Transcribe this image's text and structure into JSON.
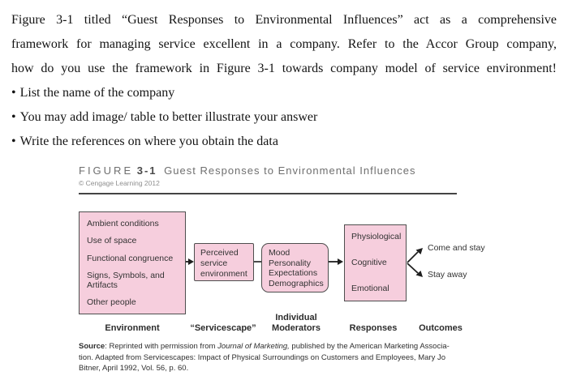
{
  "colors": {
    "box-fill": "#f6cedd",
    "box-border": "#4e4e4e",
    "diagram-text": "#333333",
    "title-gray": "#6f6f6f",
    "title-number": "#4a4a4a",
    "copyright-gray": "#8f8f8f",
    "rule": "#444444",
    "body-text": "#141414",
    "source-text": "#2f2f2f",
    "connector": "#1f1f1f"
  },
  "question": {
    "lines": [
      "Figure 3-1 titled “Guest Responses to Environmental Influences” act as a comprehensive",
      "framework for managing service excellent in a company. Refer to the Accor Group company,",
      "how do you use the framework in Figure 3-1 towards company model of service environment!"
    ],
    "bullet_char": "•",
    "bullets": [
      "List the name of the company",
      "You may add image/ table to better illustrate your answer",
      "Write the references on where you obtain the data"
    ]
  },
  "figure": {
    "label": "FIGURE",
    "number": "3-1",
    "title": "Guest Responses to Environmental Influences",
    "copyright": "© Cengage Learning 2012",
    "diagram": {
      "environment_items": [
        "Ambient conditions",
        "Use of space",
        "Functional congruence",
        "Signs, Symbols, and Artifacts",
        "Other people"
      ],
      "servicescape_box": "Perceived service environment",
      "moderator_items": [
        "Mood",
        "Personality",
        "Expectations",
        "Demographics"
      ],
      "response_items": [
        "Physiological",
        "Cognitive",
        "Emotional"
      ],
      "outcomes": [
        "Come and stay",
        "Stay away"
      ],
      "column_labels": [
        "Environment",
        "“Servicescape”",
        "Individual Moderators",
        "Responses",
        "Outcomes"
      ]
    },
    "source": {
      "label": "Source",
      "line1_pre": ": Reprinted with permission from ",
      "line1_journal": "Journal of Marketing,",
      "line1_rest": " published by the American Marketing Associa-",
      "line2": "tion. Adapted from Servicescapes: Impact of Physical Surroundings on Customers and Employees, Mary Jo",
      "line3": "Bitner, April 1992, Vol. 56, p. 60."
    }
  }
}
